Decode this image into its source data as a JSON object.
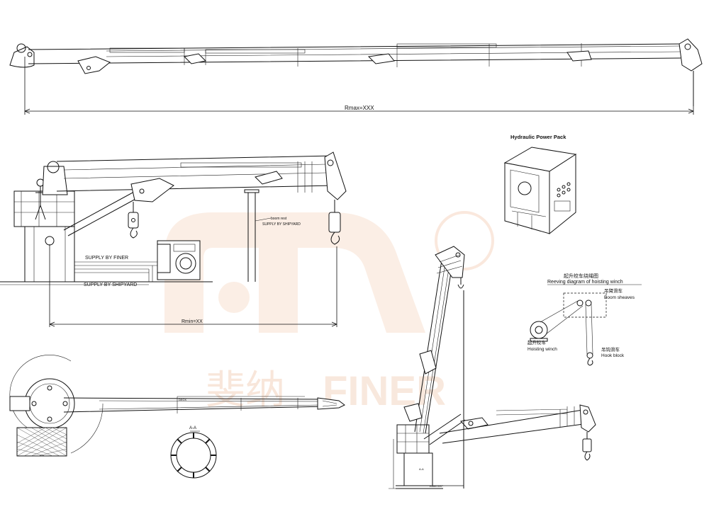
{
  "labels": {
    "rmax": "Rmax=XXX",
    "rmin": "Rmin=XX",
    "supply_finer": "SUPPLY BY FINER",
    "supply_shipyard": "SUPPLY BY SHIPYARD",
    "boom_rest": "boom rest",
    "boom_rest_supply": "SUPPLY BY SHIPYARD",
    "hpp_title": "Hydraulic Power Pack",
    "reeving_cn": "起升绞车绕绳图",
    "reeving_en": "Reeving diagram of hoisting winch",
    "boom_sheaves_cn": "吊臂滑车",
    "boom_sheaves_en": "Boom sheaves",
    "hoisting_winch_cn": "起升绞车",
    "hoisting_winch_en": "Hoisting winch",
    "hook_block_cn": "吊钩滑车",
    "hook_block_en": "Hook block",
    "section_aa": "A-A",
    "deck": "DECK",
    "rmin_small": "Rmin=XX"
  },
  "watermark": {
    "cn_text": "斐纳",
    "en_text": "FINER",
    "color": "#f6d9c6"
  }
}
